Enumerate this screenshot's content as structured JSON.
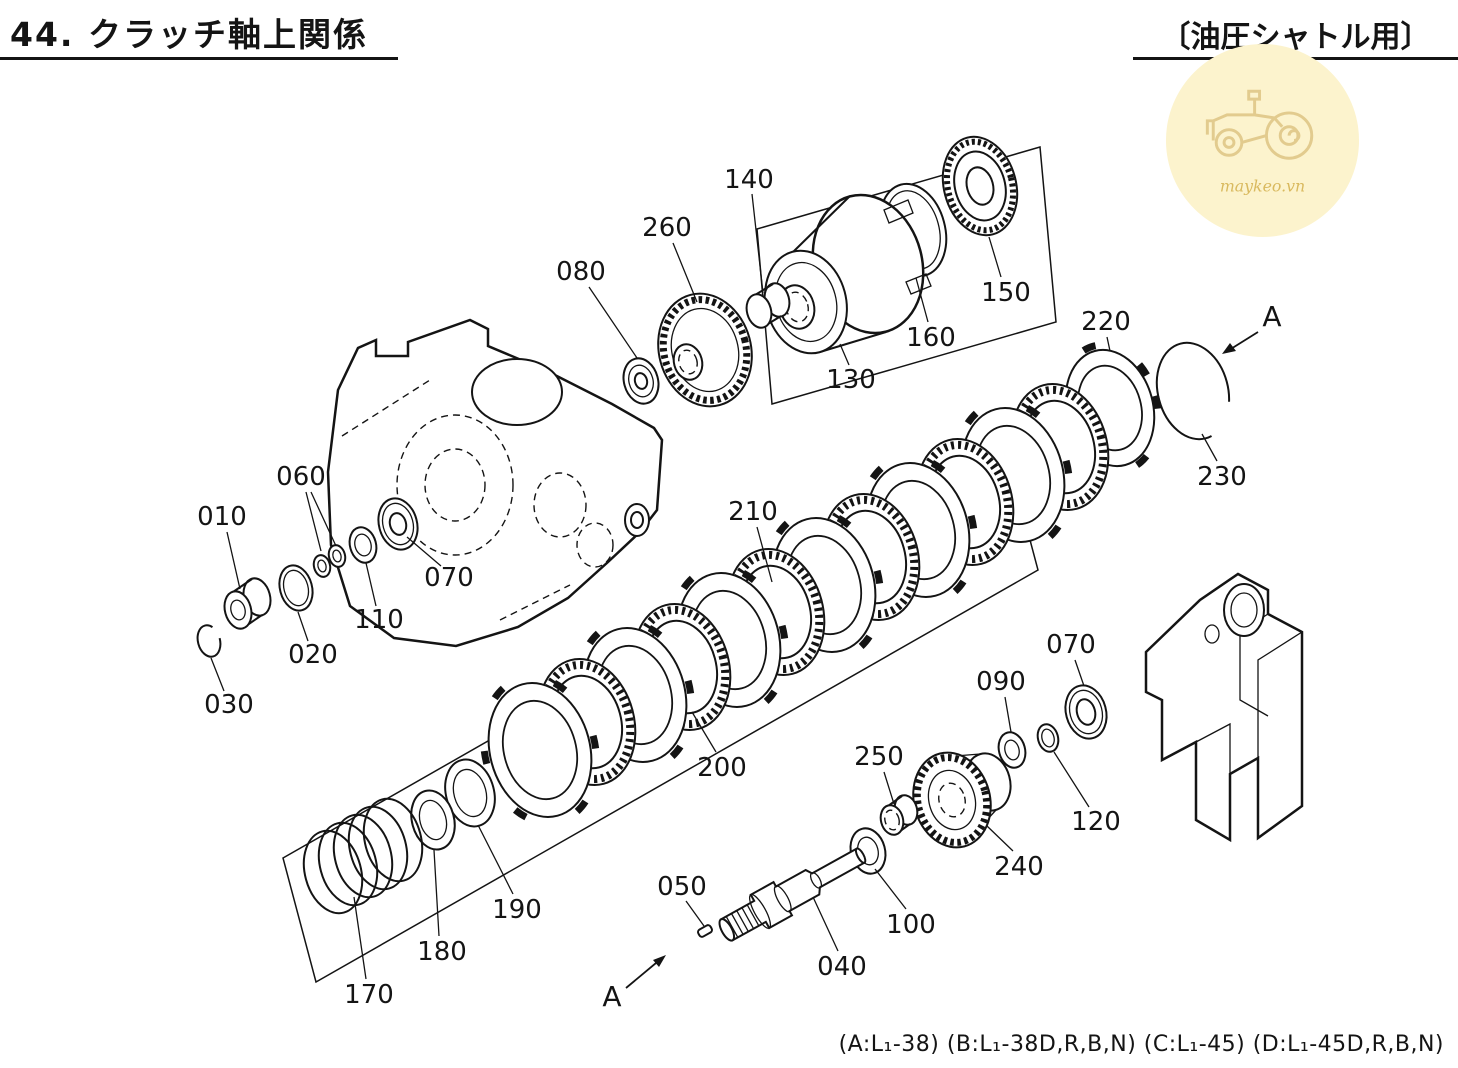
{
  "page": {
    "title": "44. クラッチ軸上関係",
    "header_right": "〔油圧シャトル用〕",
    "footer_note": "(A:L₁-38) (B:L₁-38D,R,B,N) (C:L₁-45) (D:L₁-45D,R,B,N)"
  },
  "watermark": {
    "text": "maykeo.vn"
  },
  "colors": {
    "ink": "#141414",
    "watermark_bg": "#fcf3cd",
    "watermark_art": "#e2cb8e",
    "watermark_text": "#d9b95e"
  },
  "diagram": {
    "section_marker": "A",
    "parts": [
      {
        "label": "010"
      },
      {
        "label": "020"
      },
      {
        "label": "030"
      },
      {
        "label": "040"
      },
      {
        "label": "050"
      },
      {
        "label": "060"
      },
      {
        "label": "070"
      },
      {
        "label": "080"
      },
      {
        "label": "090"
      },
      {
        "label": "100"
      },
      {
        "label": "110"
      },
      {
        "label": "120"
      },
      {
        "label": "130"
      },
      {
        "label": "140"
      },
      {
        "label": "150"
      },
      {
        "label": "160"
      },
      {
        "label": "170"
      },
      {
        "label": "180"
      },
      {
        "label": "190"
      },
      {
        "label": "200"
      },
      {
        "label": "210"
      },
      {
        "label": "220"
      },
      {
        "label": "230"
      },
      {
        "label": "240"
      },
      {
        "label": "250"
      },
      {
        "label": "260"
      }
    ]
  }
}
